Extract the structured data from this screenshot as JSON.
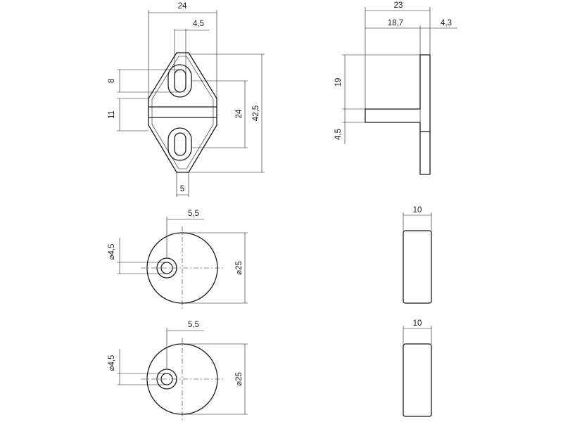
{
  "mount_front_view": {
    "overall_width": "24",
    "slot_width": "4,5",
    "slot_height": "8",
    "slot_offset": "11",
    "slot_spacing": "24",
    "overall_height": "42,5",
    "tip_width": "5"
  },
  "mount_side_view": {
    "overall_depth": "23",
    "arm_depth": "18,7",
    "plate_thickness": "4,3",
    "arm_height": "19",
    "arm_thickness": "4,5"
  },
  "magnet_1_front": {
    "hole_offset": "5,5",
    "hole_diameter": "4,5",
    "disc_diameter": "25",
    "diameter_symbol": "⌀"
  },
  "magnet_1_side": {
    "thickness": "10"
  },
  "magnet_2_front": {
    "hole_offset": "5,5",
    "hole_diameter": "4,5",
    "disc_diameter": "25",
    "diameter_symbol": "⌀"
  },
  "magnet_2_side": {
    "thickness": "10"
  }
}
